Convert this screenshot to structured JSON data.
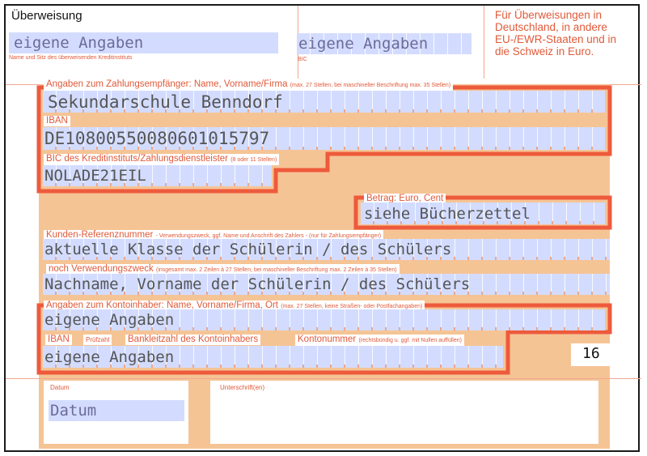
{
  "form": {
    "title": "Überweisung",
    "info_text": "Für Überweisungen in Deutschland, in andere EU-/EWR-Staaten und in die Schweiz in Euro.",
    "sender_bank": {
      "value": "eigene Angaben",
      "label": "Name und Sitz des überweisenden Kreditinstituts"
    },
    "sender_bic": {
      "value": "eigene Angaben",
      "label": "BIC"
    },
    "recipient": {
      "label": "Angaben zum Zahlungsempfänger: Name, Vorname/Firma",
      "hint": "(max. 27 Stellen, bei maschineller Beschriftung max. 35 Stellen)",
      "value": "Sekundarschule Benndorf"
    },
    "iban": {
      "label": "IBAN",
      "value": "DE10800550080601015797"
    },
    "bic": {
      "label": "BIC des Kreditinstituts/Zahlungsdienstleister",
      "hint": "(8 oder 11 Stellen)",
      "value": "NOLADE21EIL"
    },
    "amount": {
      "label": "Betrag: Euro, Cent",
      "value": "siehe Bücherzettel"
    },
    "reference": {
      "label": "Kunden-Referenznummer",
      "hint": "- Verwendungszweck, ggf. Name und Anschrift des Zahlers - (nur für Zahlungsempfänger)",
      "value": "aktuelle Klasse der Schülerin / des Schülers"
    },
    "purpose": {
      "label": "noch Verwendungszweck",
      "hint": "(insgesamt max. 2 Zeilen à 27 Stellen, bei maschineller Beschriftung max. 2 Zeilen à 35 Stellen)",
      "value": "Nachname, Vorname der Schülerin / des Schülers"
    },
    "account_holder": {
      "label": "Angaben zum Kontoinhaber: Name, Vorname/Firma, Ort",
      "hint": "(max. 27 Stellen, keine Straßen- oder Postfachangaben)",
      "value": "eigene Angaben"
    },
    "holder_iban": {
      "label_iban": "IBAN",
      "label_pruef": "Prüfzahl",
      "label_blz": "Bankleitzahl des Kontoinhabers",
      "label_konto": "Kontonummer",
      "hint_konto": "(rechtsbündig u. ggf. mit Nullen auffüllen)",
      "value": "eigene Angaben"
    },
    "form_number": "16",
    "date": {
      "label": "Datum",
      "value": "Datum"
    },
    "signature": {
      "label": "Unterschrift(en)"
    }
  },
  "colors": {
    "field_bg": "#d3dcff",
    "orange_bg": "#f5c495",
    "red_border": "#ee5a3c",
    "label_red": "#e05a3a"
  }
}
